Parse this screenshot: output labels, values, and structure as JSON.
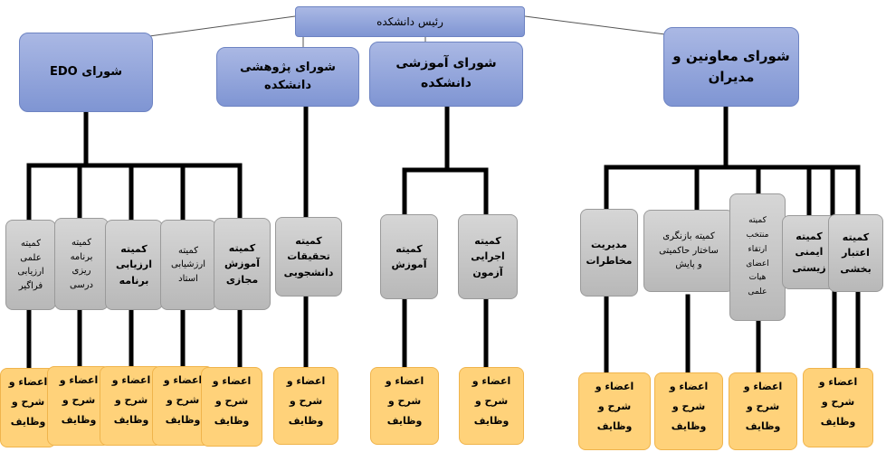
{
  "root": {
    "label": "رئیس دانشکده"
  },
  "councils": {
    "edo": "شورای EDO",
    "research": "شورای پژوهشی\nدانشکده",
    "education": "شورای آموزشی\nدانشکده",
    "deputies": "شورای معاونین و\nمدیران"
  },
  "committees": {
    "faculty_eval": "کمیته\nعلمی\nارزیابی\nفراگیر",
    "curriculum": "کمیته\nبرنامه\nریزی\nدرسی",
    "program_eval": "کمیته\nارزیابی\nبرنامه",
    "teacher_eval": "کمیته\nارزشیابی\nاستاد",
    "virtual_edu": "کمیته\nآموزش\nمجازی",
    "student_research": "کمیته\nتحقیقات\nدانشجویی",
    "education": "کمیته\nآموزش",
    "exam": "کمیته\nاجرایی\nآزمون",
    "risk": "مدیریت\nمخاطرات",
    "governance": "کمیته بازنگری\nساختار حاکمیتی\nو پایش",
    "promotion": "کمیته\nمنتخب\nارتقاء\nاعضای\nهیات\nعلمی",
    "biosafety": "کمیته\nایمنی\nزیستی",
    "accreditation": "کمیته\nاعتبار\nبخشی"
  },
  "duties_label": "اعضاء و\nشرح و\nوظایف",
  "colors": {
    "blue_top": "#aab8e4",
    "blue_bottom": "#7f95d3",
    "gray": "#c4c4c4",
    "yellow": "#ffd27a",
    "wire": "#000000"
  }
}
